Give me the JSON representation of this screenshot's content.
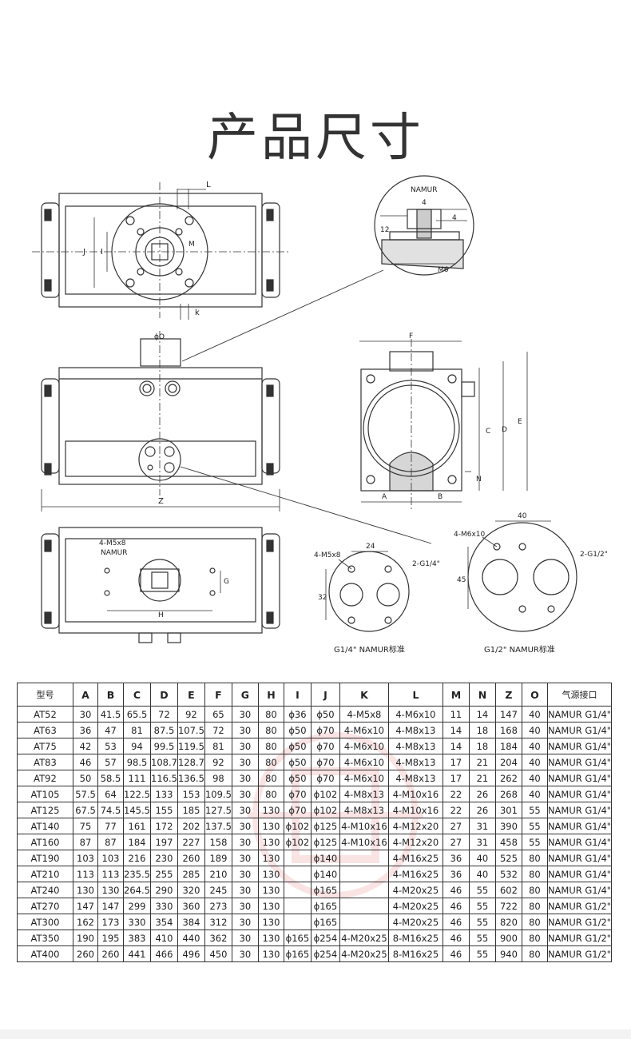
{
  "page": {
    "title": "产品尺寸"
  },
  "drawing": {
    "labels": {
      "L": "L",
      "J": "J",
      "I": "I",
      "M": "M",
      "k": "k",
      "namur": "NAMUR",
      "namur_4": "4",
      "namur_12": "12",
      "namur_4b": "4",
      "namur_m6": "M6",
      "phi_o": "ϕO",
      "F": "F",
      "C": "C",
      "D": "D",
      "E": "E",
      "N": "N",
      "A": "A",
      "B": "B",
      "Z": "Z",
      "m5x8": "4-M5x8",
      "namur_b": "NAMUR",
      "H": "H",
      "G": "G",
      "m5x8_small": "4-M5x8",
      "d24": "24",
      "d32": "32",
      "g14": "2-G1/4\"",
      "m6x10": "4-M6x10",
      "d40": "40",
      "d45": "45",
      "g12": "2-G1/2\"",
      "caption_14": "G1/4\" NAMUR标准",
      "caption_12": "G1/2\" NAMUR标准"
    }
  },
  "table": {
    "headers": [
      "型号",
      "A",
      "B",
      "C",
      "D",
      "E",
      "F",
      "G",
      "H",
      "I",
      "J",
      "K",
      "L",
      "M",
      "N",
      "Z",
      "O",
      "气源接口"
    ],
    "rows": [
      [
        "AT52",
        "30",
        "41.5",
        "65.5",
        "72",
        "92",
        "65",
        "30",
        "80",
        "ϕ36",
        "ϕ50",
        "4-M5x8",
        "4-M6x10",
        "11",
        "14",
        "147",
        "40",
        "NAMUR G1/4\""
      ],
      [
        "AT63",
        "36",
        "47",
        "81",
        "87.5",
        "107.5",
        "72",
        "30",
        "80",
        "ϕ50",
        "ϕ70",
        "4-M6x10",
        "4-M8x13",
        "14",
        "18",
        "168",
        "40",
        "NAMUR G1/4\""
      ],
      [
        "AT75",
        "42",
        "53",
        "94",
        "99.5",
        "119.5",
        "81",
        "30",
        "80",
        "ϕ50",
        "ϕ70",
        "4-M6x10",
        "4-M8x13",
        "14",
        "18",
        "184",
        "40",
        "NAMUR G1/4\""
      ],
      [
        "AT83",
        "46",
        "57",
        "98.5",
        "108.7",
        "128.7",
        "92",
        "30",
        "80",
        "ϕ50",
        "ϕ70",
        "4-M6x10",
        "4-M8x13",
        "17",
        "21",
        "204",
        "40",
        "NAMUR G1/4\""
      ],
      [
        "AT92",
        "50",
        "58.5",
        "111",
        "116.5",
        "136.5",
        "98",
        "30",
        "80",
        "ϕ50",
        "ϕ70",
        "4-M6x10",
        "4-M8x13",
        "17",
        "21",
        "262",
        "40",
        "NAMUR G1/4\""
      ],
      [
        "AT105",
        "57.5",
        "64",
        "122.5",
        "133",
        "153",
        "109.5",
        "30",
        "80",
        "ϕ70",
        "ϕ102",
        "4-M8x13",
        "4-M10x16",
        "22",
        "26",
        "268",
        "40",
        "NAMUR G1/4\""
      ],
      [
        "AT125",
        "67.5",
        "74.5",
        "145.5",
        "155",
        "185",
        "127.5",
        "30",
        "130",
        "ϕ70",
        "ϕ102",
        "4-M8x13",
        "4-M10x16",
        "22",
        "26",
        "301",
        "55",
        "NAMUR G1/4\""
      ],
      [
        "AT140",
        "75",
        "77",
        "161",
        "172",
        "202",
        "137.5",
        "30",
        "130",
        "ϕ102",
        "ϕ125",
        "4-M10x16",
        "4-M12x20",
        "27",
        "31",
        "390",
        "55",
        "NAMUR G1/4\""
      ],
      [
        "AT160",
        "87",
        "87",
        "184",
        "197",
        "227",
        "158",
        "30",
        "130",
        "ϕ102",
        "ϕ125",
        "4-M10x16",
        "4-M12x20",
        "27",
        "31",
        "458",
        "55",
        "NAMUR G1/4\""
      ],
      [
        "AT190",
        "103",
        "103",
        "216",
        "230",
        "260",
        "189",
        "30",
        "130",
        "",
        "ϕ140",
        "",
        "4-M16x25",
        "36",
        "40",
        "525",
        "80",
        "NAMUR G1/4\""
      ],
      [
        "AT210",
        "113",
        "113",
        "235.5",
        "255",
        "285",
        "210",
        "30",
        "130",
        "",
        "ϕ140",
        "",
        "4-M16x25",
        "36",
        "40",
        "532",
        "80",
        "NAMUR G1/4\""
      ],
      [
        "AT240",
        "130",
        "130",
        "264.5",
        "290",
        "320",
        "245",
        "30",
        "130",
        "",
        "ϕ165",
        "",
        "4-M20x25",
        "46",
        "55",
        "602",
        "80",
        "NAMUR G1/4\""
      ],
      [
        "AT270",
        "147",
        "147",
        "299",
        "330",
        "360",
        "273",
        "30",
        "130",
        "",
        "ϕ165",
        "",
        "4-M20x25",
        "46",
        "55",
        "722",
        "80",
        "NAMUR G1/2\""
      ],
      [
        "AT300",
        "162",
        "173",
        "330",
        "354",
        "384",
        "312",
        "30",
        "130",
        "",
        "ϕ165",
        "",
        "4-M20x25",
        "46",
        "55",
        "820",
        "80",
        "NAMUR G1/2\""
      ],
      [
        "AT350",
        "190",
        "195",
        "383",
        "410",
        "440",
        "362",
        "30",
        "130",
        "ϕ165",
        "ϕ254",
        "4-M20x25",
        "8-M16x25",
        "46",
        "55",
        "900",
        "80",
        "NAMUR G1/2\""
      ],
      [
        "AT400",
        "260",
        "260",
        "441",
        "466",
        "496",
        "450",
        "30",
        "130",
        "ϕ165",
        "ϕ254",
        "4-M20x25",
        "8-M16x25",
        "46",
        "55",
        "940",
        "80",
        "NAMUR G1/2\""
      ]
    ]
  },
  "colors": {
    "line": "#333333",
    "watermark": "#d32f2f"
  }
}
